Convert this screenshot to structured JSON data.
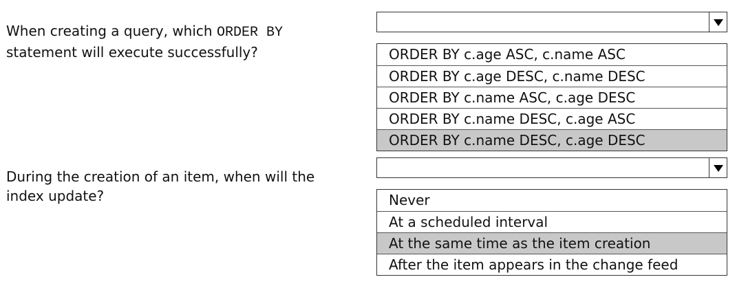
{
  "question1": {
    "line1_prefix": "When creating a query, which ",
    "line1_code": "ORDER BY",
    "line2": "statement will execute successfully?",
    "dropdown": {
      "selected_value": "",
      "options": [
        "ORDER BY c.age ASC, c.name ASC",
        "ORDER BY c.age DESC, c.name DESC",
        "ORDER BY c.name ASC, c.age DESC",
        "ORDER BY c.name DESC, c.age ASC",
        "ORDER BY c.name DESC, c.age DESC"
      ],
      "highlighted_index": 4
    }
  },
  "question2": {
    "line1": "During the creation of an item, when will the",
    "line2": "index update?",
    "dropdown": {
      "selected_value": "",
      "options": [
        "Never",
        "At a scheduled interval",
        "At the same time as the item creation",
        "After the item appears in the change feed"
      ],
      "highlighted_index": 2
    }
  },
  "colors": {
    "highlight": "#c8c8c8",
    "border": "#333333",
    "text": "#111111"
  }
}
